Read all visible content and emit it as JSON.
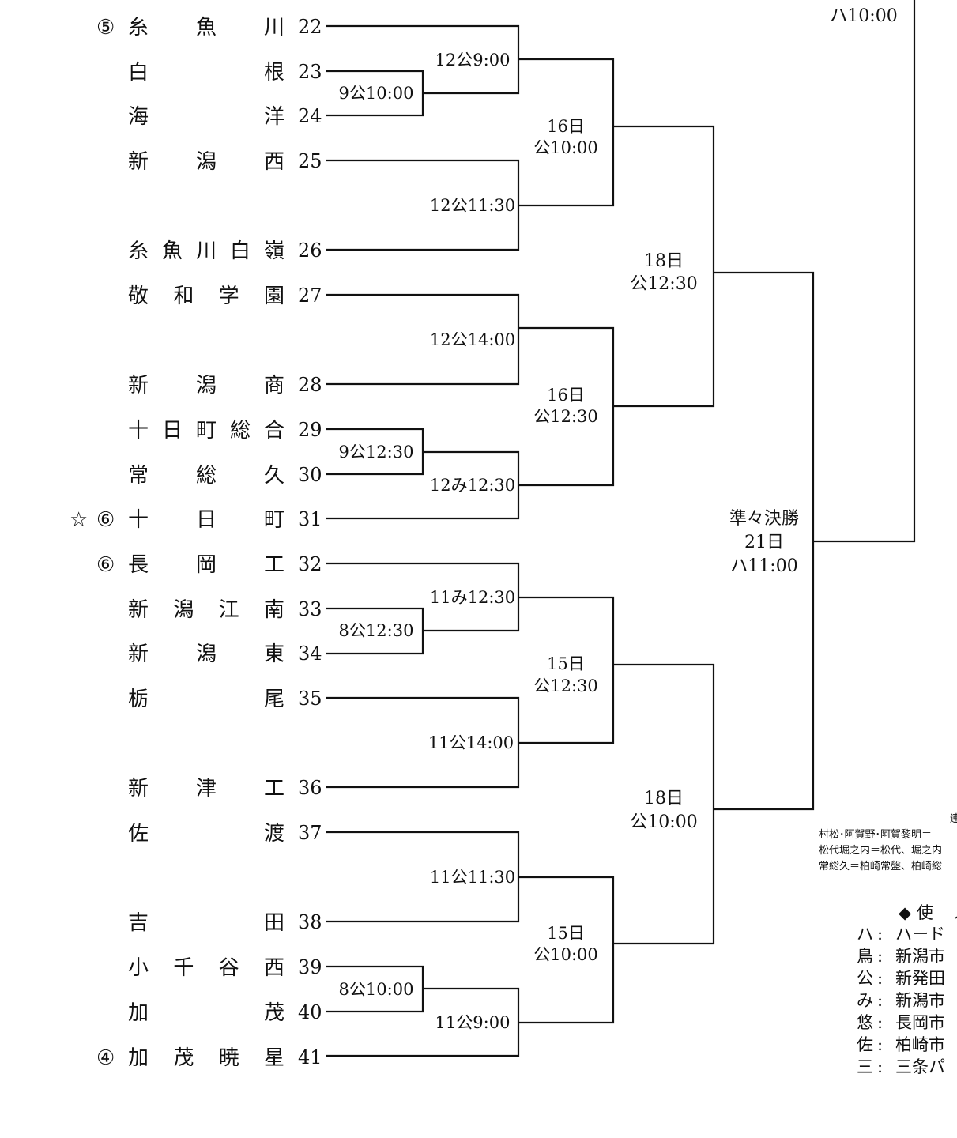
{
  "teams": [
    {
      "seed": "⑤",
      "star": "",
      "name": "糸魚川",
      "num": "22"
    },
    {
      "seed": "",
      "star": "",
      "name": "白根",
      "num": "23"
    },
    {
      "seed": "",
      "star": "",
      "name": "海洋",
      "num": "24"
    },
    {
      "seed": "",
      "star": "",
      "name": "新潟西",
      "num": "25"
    },
    {
      "seed": "",
      "star": "",
      "name": "糸魚川白嶺",
      "num": "26"
    },
    {
      "seed": "",
      "star": "",
      "name": "敬和学園",
      "num": "27"
    },
    {
      "seed": "",
      "star": "",
      "name": "新潟商",
      "num": "28"
    },
    {
      "seed": "",
      "star": "",
      "name": "十日町総合",
      "num": "29"
    },
    {
      "seed": "",
      "star": "",
      "name": "常総久",
      "num": "30"
    },
    {
      "seed": "⑥",
      "star": "☆",
      "name": "十日町",
      "num": "31"
    },
    {
      "seed": "⑥",
      "star": "",
      "name": "長岡工",
      "num": "32"
    },
    {
      "seed": "",
      "star": "",
      "name": "新潟江南",
      "num": "33"
    },
    {
      "seed": "",
      "star": "",
      "name": "新潟東",
      "num": "34"
    },
    {
      "seed": "",
      "star": "",
      "name": "栃尾",
      "num": "35"
    },
    {
      "seed": "",
      "star": "",
      "name": "新津工",
      "num": "36"
    },
    {
      "seed": "",
      "star": "",
      "name": "佐渡",
      "num": "37"
    },
    {
      "seed": "",
      "star": "",
      "name": "吉田",
      "num": "38"
    },
    {
      "seed": "",
      "star": "",
      "name": "小千谷西",
      "num": "39"
    },
    {
      "seed": "",
      "star": "",
      "name": "加茂",
      "num": "40"
    },
    {
      "seed": "④",
      "star": "",
      "name": "加茂暁星",
      "num": "41"
    }
  ],
  "matches": {
    "r1_23_24": "9公10:00",
    "r1_29_30": "9公12:30",
    "r1_33_34": "8公12:30",
    "r1_39_40": "8公10:00",
    "r2_22_w": "12公9:00",
    "r2_25_26": "12公11:30",
    "r2_27_28": "12公14:00",
    "r2_w_31": "12み12:30",
    "r2_32_w": "11み12:30",
    "r2_35_36": "11公14:00",
    "r2_37_38": "11公11:30",
    "r2_w_41": "11公9:00",
    "r3_a": [
      "16日",
      "公10:00"
    ],
    "r3_b": [
      "16日",
      "公12:30"
    ],
    "r3_c": [
      "15日",
      "公12:30"
    ],
    "r3_d": [
      "15日",
      "公10:00"
    ],
    "r4_a": [
      "18日",
      "公12:30"
    ],
    "r4_b": [
      "18日",
      "公10:00"
    ],
    "qf": [
      "準々決勝",
      "21日",
      "ハ11:00"
    ],
    "top_right": "ハ10:00"
  },
  "notes": {
    "cut_top": "連",
    "line1": "村松･阿賀野･阿賀黎明＝",
    "line2": "松代堀之内＝松代、堀之内",
    "line3": "常総久＝柏崎常盤、柏崎総"
  },
  "legend": {
    "title": "◆ 使",
    "title_tail": "ノ",
    "items": [
      {
        "key": "ハ",
        "text": "ハード"
      },
      {
        "key": "鳥",
        "text": "新潟市"
      },
      {
        "key": "公",
        "text": "新発田"
      },
      {
        "key": "み",
        "text": "新潟市"
      },
      {
        "key": "悠",
        "text": "長岡市"
      },
      {
        "key": "佐",
        "text": "柏崎市"
      },
      {
        "key": "三",
        "text": "三条パ"
      }
    ]
  }
}
